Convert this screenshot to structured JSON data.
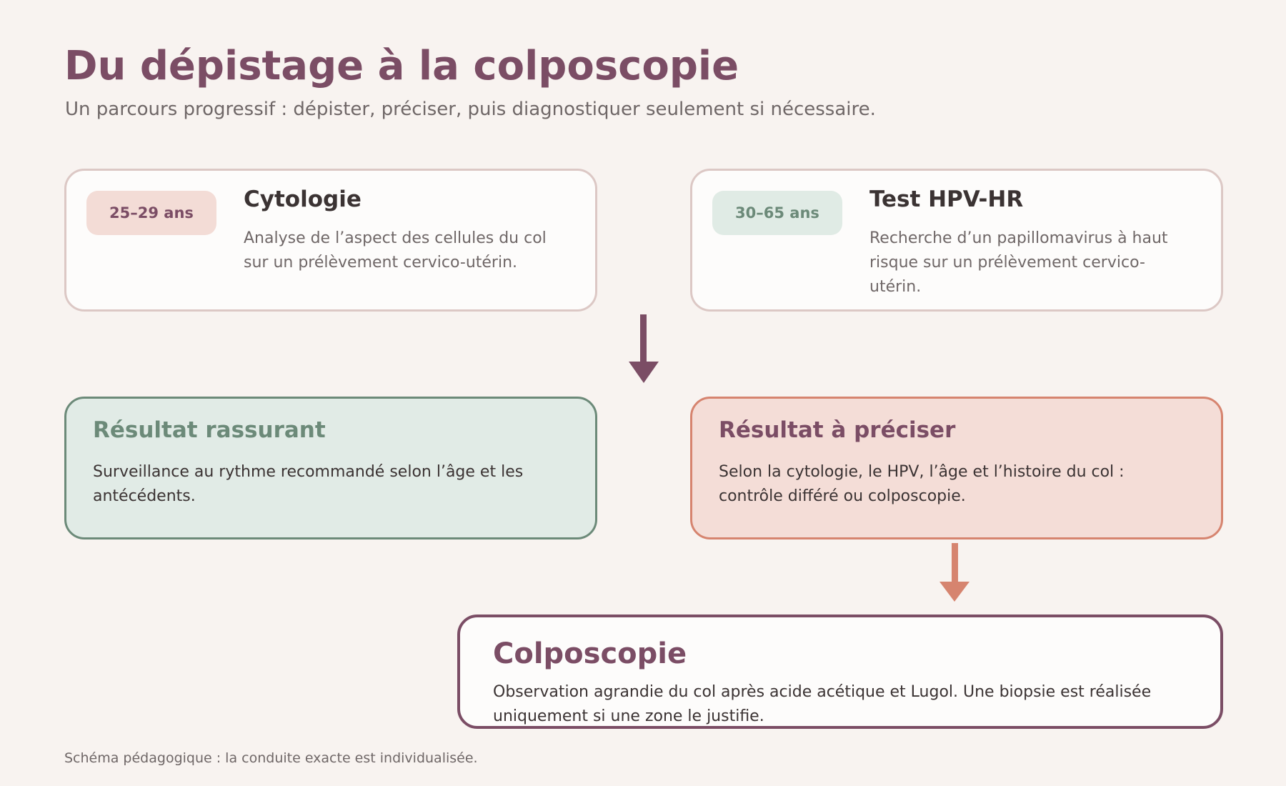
{
  "header": {
    "title": "Du dépistage à la colposcopie",
    "subtitle": "Un parcours progressif : dépister, préciser, puis diagnostiquer seulement si nécessaire."
  },
  "screening": [
    {
      "badge": "25–29 ans",
      "title": "Cytologie",
      "text": "Analyse de l’aspect des cellules du col sur un prélèvement cervico-utérin."
    },
    {
      "badge": "30–65 ans",
      "title": "Test HPV-HR",
      "text": "Recherche d’un papillomavirus à haut risque sur un prélèvement cervico-utérin."
    }
  ],
  "results": {
    "reassuring": {
      "title": "Résultat rassurant",
      "text": "Surveillance au rythme recommandé selon l’âge et les antécédents."
    },
    "to_clarify": {
      "title": "Résultat à préciser",
      "text": "Selon la cytologie, le HPV, l’âge et l’histoire du col : contrôle différé ou colposcopie."
    }
  },
  "colposcopy": {
    "title": "Colposcopie",
    "text": "Observation agrandie du col après acide acétique et Lugol. Une biopsie est réalisée uniquement si une zone le justifie."
  },
  "footnote": "Schéma pédagogique : la conduite exacte est individualisée.",
  "colors": {
    "plum": "#7b4d65",
    "sage": "#6c8a79",
    "coral": "#d6846f",
    "background": "#f8f3f0"
  }
}
